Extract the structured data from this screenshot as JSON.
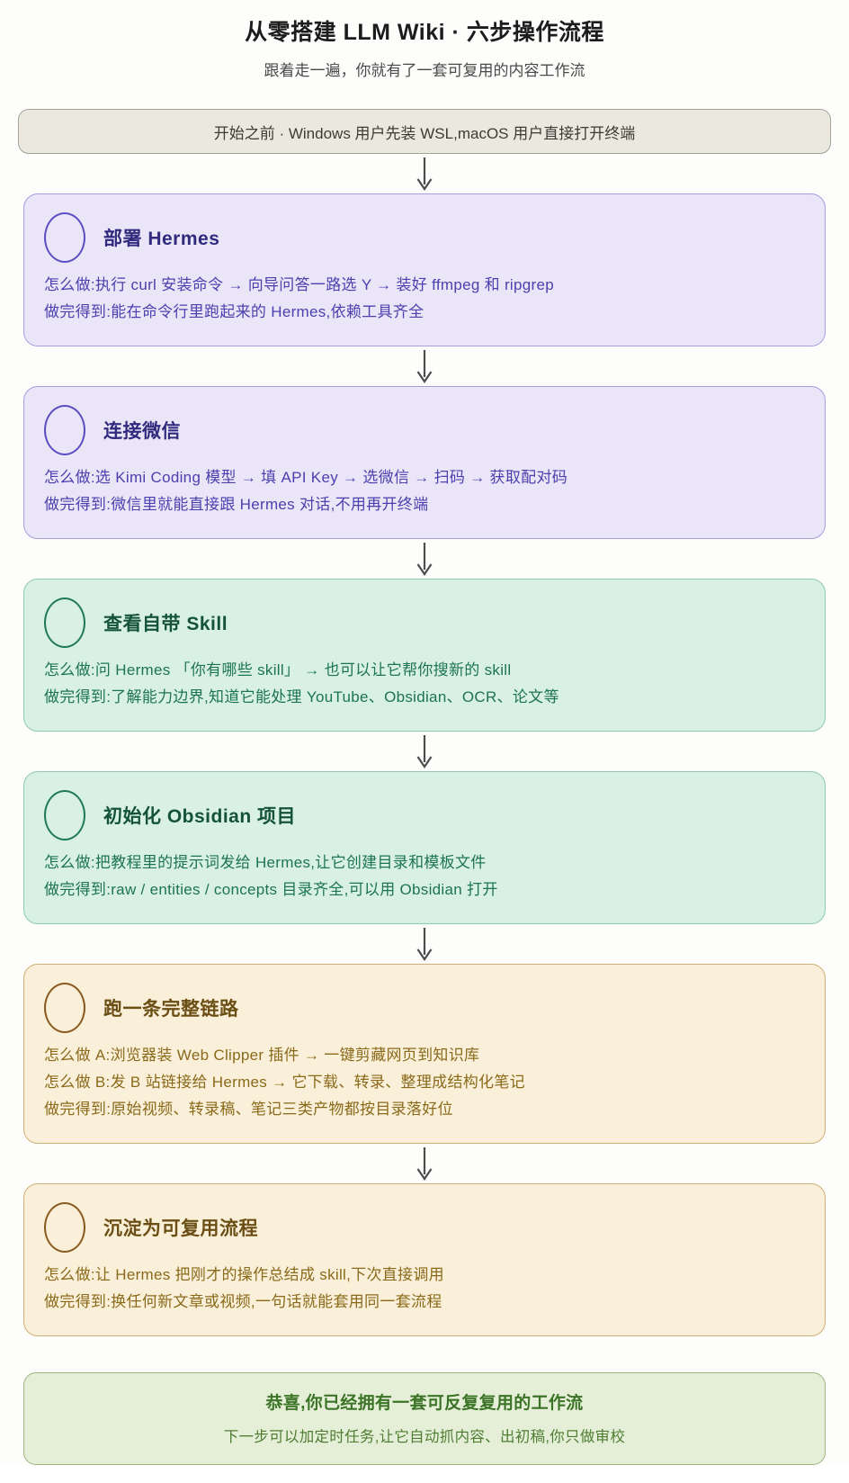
{
  "header": {
    "title": "从零搭建 LLM Wiki · 六步操作流程",
    "subtitle": "跟着走一遍，你就有了一套可复用的内容工作流"
  },
  "banner": {
    "text": "开始之前 · Windows 用户先装 WSL,macOS 用户直接打开终端"
  },
  "steps": [
    {
      "title": "部署 Hermes",
      "lines": [
        "怎么做:执行 curl 安装命令 → 向导问答一路选 Y → 装好 ffmpeg 和 ripgrep",
        "做完得到:能在命令行里跑起来的 Hermes,依赖工具齐全"
      ]
    },
    {
      "title": "连接微信",
      "lines": [
        "怎么做:选 Kimi Coding 模型 → 填 API Key → 选微信 → 扫码 → 获取配对码",
        "做完得到:微信里就能直接跟 Hermes 对话,不用再开终端"
      ]
    },
    {
      "title": "查看自带 Skill",
      "lines": [
        "怎么做:问 Hermes 「你有哪些 skill」 → 也可以让它帮你搜新的 skill",
        "做完得到:了解能力边界,知道它能处理 YouTube、Obsidian、OCR、论文等"
      ]
    },
    {
      "title": "初始化 Obsidian 项目",
      "lines": [
        "怎么做:把教程里的提示词发给 Hermes,让它创建目录和模板文件",
        "做完得到:raw / entities / concepts 目录齐全,可以用 Obsidian 打开"
      ]
    },
    {
      "title": "跑一条完整链路",
      "lines": [
        "怎么做 A:浏览器装 Web Clipper 插件 → 一键剪藏网页到知识库",
        "怎么做 B:发 B 站链接给 Hermes → 它下载、转录、整理成结构化笔记",
        "做完得到:原始视频、转录稿、笔记三类产物都按目录落好位"
      ]
    },
    {
      "title": "沉淀为可复用流程",
      "lines": [
        "怎么做:让 Hermes 把刚才的操作总结成 skill,下次直接调用",
        "做完得到:换任何新文章或视频,一句话就能套用同一套流程"
      ]
    }
  ],
  "footer": {
    "title": "恭喜,你已经拥有一套可反复复用的工作流",
    "subtitle": "下一步可以加定时任务,让它自动抓内容、出初稿,你只做审校"
  },
  "colors": {
    "purple_accent": "#5b4ec1",
    "purple_bg": "#eae6f8",
    "green_accent": "#1f7a55",
    "green_bg": "#d9f1e5",
    "amber_accent": "#8a5a20",
    "amber_bg": "#faf0da",
    "final_bg": "#e5efd7",
    "final_text": "#3c7427",
    "banner_bg": "#ebe9df",
    "arrow": "#4d4d4d"
  }
}
